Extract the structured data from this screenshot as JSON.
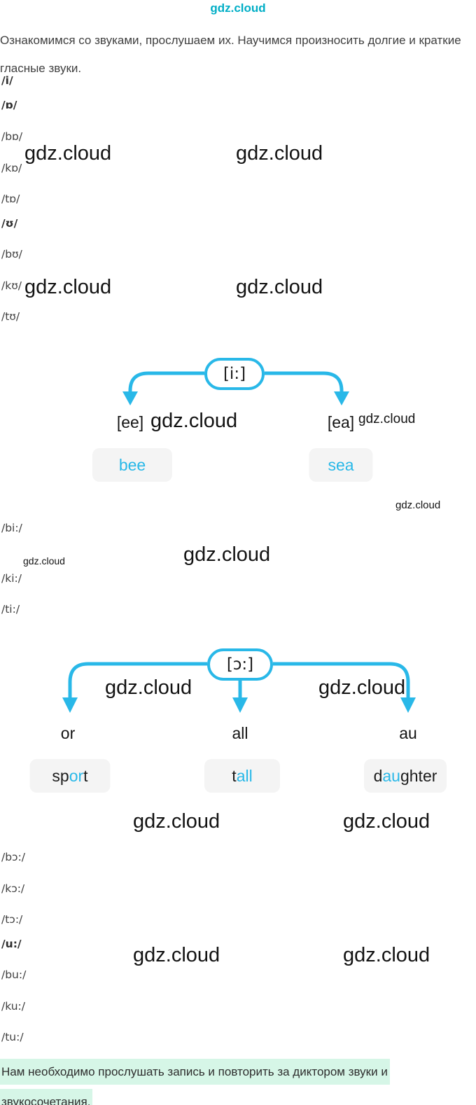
{
  "page": {
    "watermark": "gdz.cloud"
  },
  "colors": {
    "accent": "#29b8e8",
    "accent-dark": "#00aec6",
    "green": "#d6f6e7"
  },
  "intro": "Ознакомимся со звуками, прослушаем их. Научимся произносить долгие и краткие гласные звуки.",
  "list_short": {
    "items": [
      "/i/",
      "/ɒ/",
      "/bɒ/",
      "/kɒ/",
      "/tɒ/",
      "/ʊ/",
      "/bʊ/",
      "/kʊ/",
      "/tʊ/"
    ]
  },
  "diagram_i": {
    "root": "[i:]",
    "left": {
      "label": "[ee]",
      "word": "bee"
    },
    "right": {
      "label": "[ea]",
      "word": "sea"
    }
  },
  "list_long_i": {
    "items": [
      "/bi:/",
      "/ki:/",
      "/ti:/"
    ]
  },
  "diagram_o": {
    "root": "[ɔ:]",
    "branches": [
      {
        "label": "or",
        "word": {
          "pre": "sp",
          "hl": "or",
          "post": "t"
        }
      },
      {
        "label": "all",
        "word": {
          "pre": "t",
          "hl": "all",
          "post": ""
        }
      },
      {
        "label": "au",
        "word": {
          "pre": "d",
          "hl": "au",
          "post": "ghter"
        }
      }
    ]
  },
  "list_long_ou": {
    "items": [
      "/bɔ:/",
      "/kɔ:/",
      "/tɔ:/",
      "/u:/",
      "/bu:/",
      "/ku:/",
      "/tu:/"
    ]
  },
  "answer": "Нам необходимо прослушать запись и повторить за диктором звуки и звукосочетания."
}
